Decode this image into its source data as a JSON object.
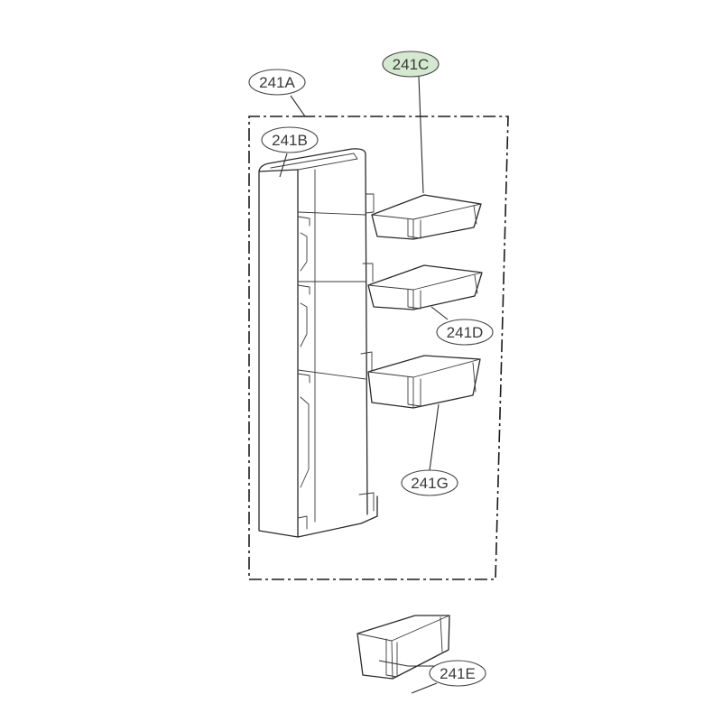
{
  "labels": {
    "241A": {
      "text": "241A",
      "highlighted": false
    },
    "241B": {
      "text": "241B",
      "highlighted": false
    },
    "241C": {
      "text": "241C",
      "highlighted": true
    },
    "241D": {
      "text": "241D",
      "highlighted": false
    },
    "241G": {
      "text": "241G",
      "highlighted": false
    },
    "241E": {
      "text": "241E",
      "highlighted": false
    }
  },
  "colors": {
    "highlight_fill": "#d5e8d0",
    "line": "#2a2a2a",
    "label_text": "#3a3a3a"
  }
}
